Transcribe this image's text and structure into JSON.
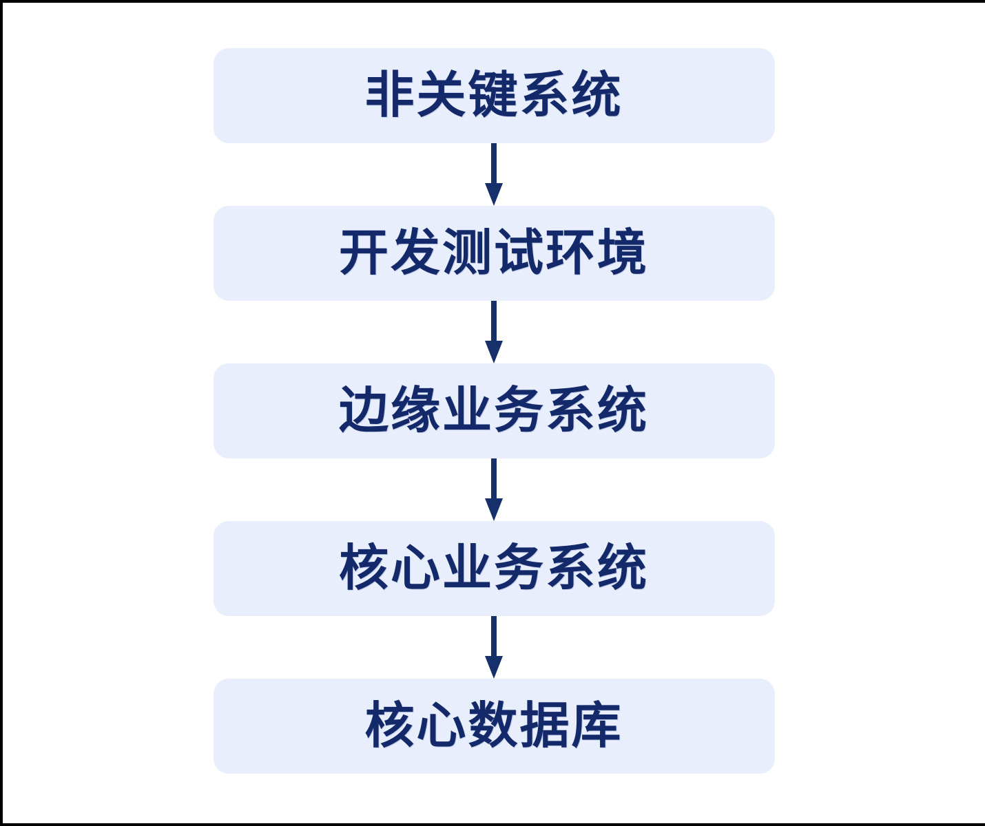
{
  "page": {
    "background": "#ffffff",
    "frame_color": "#000000"
  },
  "diagram": {
    "type": "flowchart",
    "direction": "top-down",
    "colors": {
      "node_fill": "#e8eefc",
      "node_text": "#13296a",
      "arrow_color": "#16306b"
    },
    "nodes": [
      {
        "id": "non-critical-systems",
        "label": "非关键系统"
      },
      {
        "id": "dev-test-environment",
        "label": "开发测试环境"
      },
      {
        "id": "edge-business-systems",
        "label": "边缘业务系统"
      },
      {
        "id": "core-business-systems",
        "label": "核心业务系统"
      },
      {
        "id": "core-database",
        "label": "核心数据库"
      }
    ],
    "edges": [
      {
        "from": "non-critical-systems",
        "to": "dev-test-environment"
      },
      {
        "from": "dev-test-environment",
        "to": "edge-business-systems"
      },
      {
        "from": "edge-business-systems",
        "to": "core-business-systems"
      },
      {
        "from": "core-business-systems",
        "to": "core-database"
      }
    ]
  }
}
